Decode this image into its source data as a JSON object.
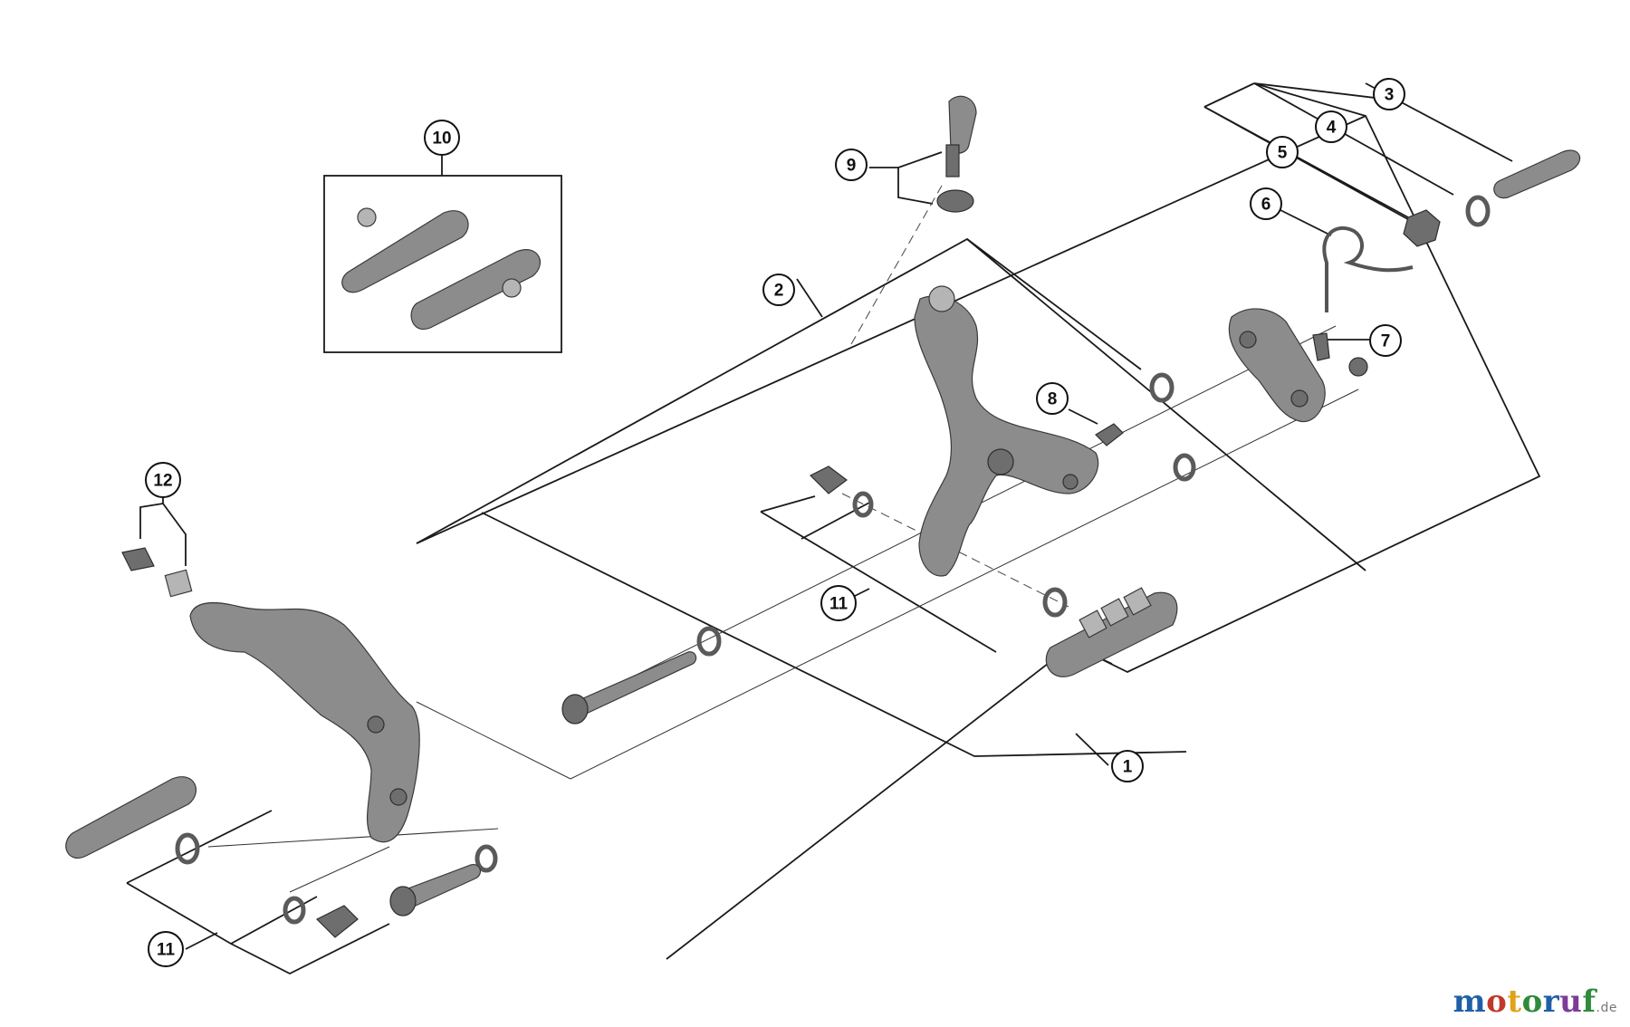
{
  "callouts": [
    "1",
    "2",
    "3",
    "4",
    "5",
    "6",
    "7",
    "8",
    "9",
    "10",
    "11",
    "11",
    "12"
  ],
  "watermark": {
    "letters": [
      {
        "ch": "m",
        "color": "#1f5fa8"
      },
      {
        "ch": "o",
        "color": "#c0392b"
      },
      {
        "ch": "t",
        "color": "#e0a21a"
      },
      {
        "ch": "o",
        "color": "#2e8b3a"
      },
      {
        "ch": "r",
        "color": "#1f5fa8"
      },
      {
        "ch": "u",
        "color": "#7d3c98"
      },
      {
        "ch": "f",
        "color": "#2e8b3a"
      }
    ],
    "suffix": ".de"
  }
}
